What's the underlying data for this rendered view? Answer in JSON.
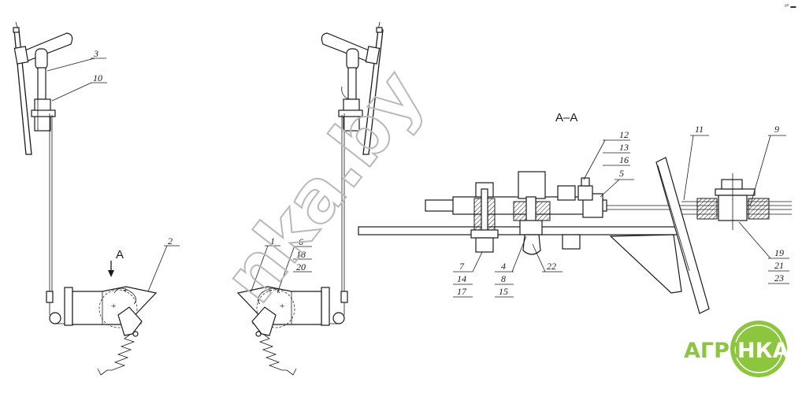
{
  "watermark": "nka.by",
  "section_title": "A–A",
  "view_marker": "A",
  "corner_mark": "ᵃ⁰ ▬",
  "logo": {
    "part1": "АГРО",
    "part2": "НКА",
    "color_primary": "#8cc63f",
    "color_circle": "#8cc63f"
  },
  "left_view_labels": {
    "l3": "3",
    "l10": "10",
    "l2": "2"
  },
  "middle_view_labels": {
    "l1": "1",
    "l6": "6",
    "l18": "18",
    "l20": "20"
  },
  "section_labels": {
    "l12": "12",
    "l13": "13",
    "l16": "16",
    "l5": "5",
    "l11": "11",
    "l9": "9",
    "l19": "19",
    "l21": "21",
    "l23": "23",
    "l7": "7",
    "l14": "14",
    "l17": "17",
    "l4": "4",
    "l8": "8",
    "l15": "15",
    "l22": "22"
  }
}
